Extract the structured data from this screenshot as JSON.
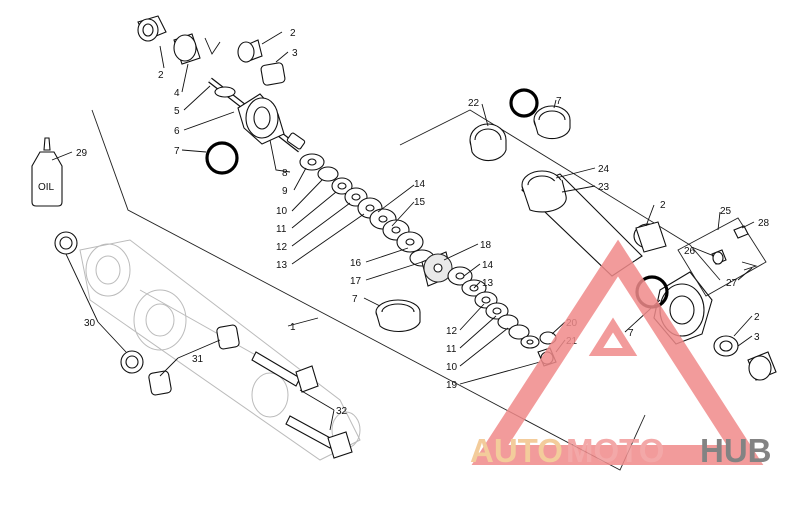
{
  "diagram": {
    "callouts": [
      {
        "id": "c2a",
        "text": "2"
      },
      {
        "id": "c2b",
        "text": "2"
      },
      {
        "id": "c3a",
        "text": "3"
      },
      {
        "id": "c4",
        "text": "4"
      },
      {
        "id": "c5",
        "text": "5"
      },
      {
        "id": "c6",
        "text": "6"
      },
      {
        "id": "c7a",
        "text": "7"
      },
      {
        "id": "c8",
        "text": "8"
      },
      {
        "id": "c9",
        "text": "9"
      },
      {
        "id": "c10a",
        "text": "10"
      },
      {
        "id": "c11a",
        "text": "11"
      },
      {
        "id": "c12a",
        "text": "12"
      },
      {
        "id": "c13a",
        "text": "13"
      },
      {
        "id": "c14a",
        "text": "14"
      },
      {
        "id": "c15",
        "text": "15"
      },
      {
        "id": "c16",
        "text": "16"
      },
      {
        "id": "c17",
        "text": "17"
      },
      {
        "id": "c18",
        "text": "18"
      },
      {
        "id": "c14b",
        "text": "14"
      },
      {
        "id": "c13b",
        "text": "13"
      },
      {
        "id": "c7b",
        "text": "7"
      },
      {
        "id": "c12b",
        "text": "12"
      },
      {
        "id": "c11b",
        "text": "11"
      },
      {
        "id": "c10b",
        "text": "10"
      },
      {
        "id": "c19",
        "text": "19"
      },
      {
        "id": "c20",
        "text": "20"
      },
      {
        "id": "c21",
        "text": "21"
      },
      {
        "id": "c22",
        "text": "22"
      },
      {
        "id": "c7c",
        "text": "7"
      },
      {
        "id": "c24",
        "text": "24"
      },
      {
        "id": "c23",
        "text": "23"
      },
      {
        "id": "c2c",
        "text": "2"
      },
      {
        "id": "c25",
        "text": "25"
      },
      {
        "id": "c28",
        "text": "28"
      },
      {
        "id": "c26",
        "text": "26"
      },
      {
        "id": "c27",
        "text": "27"
      },
      {
        "id": "c2d",
        "text": "2"
      },
      {
        "id": "c3b",
        "text": "3"
      },
      {
        "id": "c7d",
        "text": "7"
      },
      {
        "id": "c1",
        "text": "1"
      },
      {
        "id": "c29",
        "text": "29"
      },
      {
        "id": "c30",
        "text": "30"
      },
      {
        "id": "c31",
        "text": "31"
      },
      {
        "id": "c32",
        "text": "32"
      }
    ],
    "oil_bottle_label": "OIL"
  },
  "watermark": {
    "text_part1": "AUTO",
    "text_part2": "MOTO",
    "text_part3": "HUB",
    "colors": {
      "auto": "#f2c48a",
      "moto": "#f29a9a",
      "hub": "#6e6e6e",
      "triangle": "#f08a8a"
    }
  }
}
